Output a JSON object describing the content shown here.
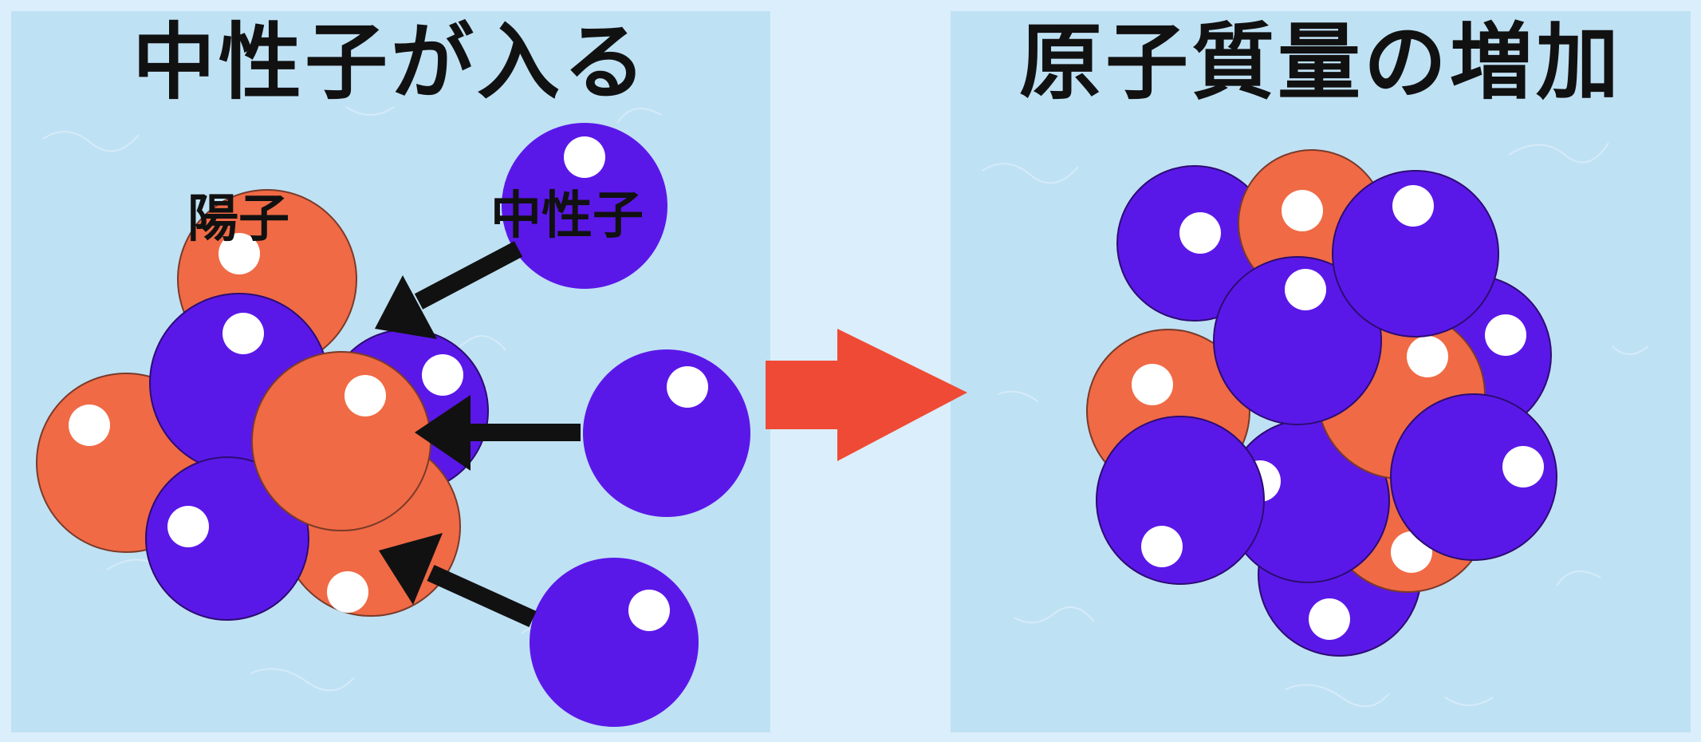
{
  "left_panel": {
    "title": "中性子が入る",
    "proton_label": "陽子",
    "neutron_label": "中性子"
  },
  "right_panel": {
    "title": "原子質量の増加"
  },
  "colors": {
    "background": "#dbeefb",
    "panel": "#bfe1f4",
    "proton": "#f06a45",
    "neutron": "#5a18e8",
    "highlight": "#ffffff",
    "arrow_black": "#111111",
    "arrow_red": "#ef4a35"
  },
  "icons": [
    "proton-sphere-icon",
    "neutron-sphere-icon",
    "black-arrow-icon",
    "red-arrow-icon"
  ]
}
